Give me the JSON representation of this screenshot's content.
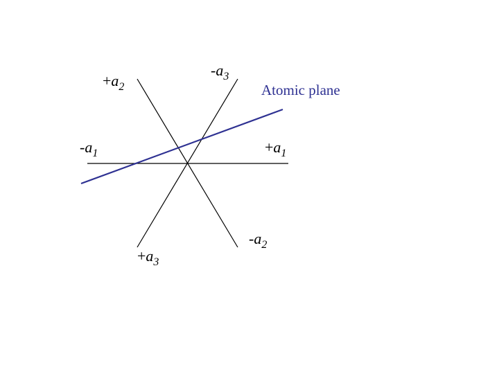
{
  "diagram": {
    "axes": [
      {
        "sign": "+",
        "symbol": "a",
        "index": "1"
      },
      {
        "sign": "-",
        "symbol": "a",
        "index": "1"
      },
      {
        "sign": "+",
        "symbol": "a",
        "index": "2"
      },
      {
        "sign": "-",
        "symbol": "a",
        "index": "2"
      },
      {
        "sign": "+",
        "symbol": "a",
        "index": "3"
      },
      {
        "sign": "-",
        "symbol": "a",
        "index": "3"
      }
    ],
    "plane_label": "Atomic plane",
    "colors": {
      "axis_lines": "#000000",
      "plane_line": "#2e3192",
      "plane_label": "#2e3192"
    }
  }
}
